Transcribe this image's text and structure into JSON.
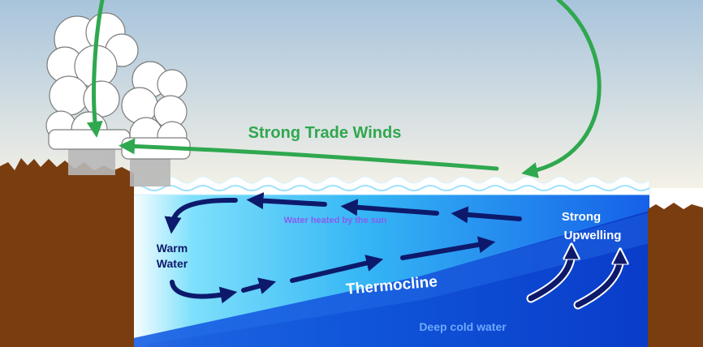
{
  "labels": {
    "trade_winds": "Strong Trade Winds",
    "water_heated": "Water heated by the sun",
    "warm_water_line1": "Warm",
    "warm_water_line2": "Water",
    "upwelling_line1": "Strong",
    "upwelling_line2": "Upwelling",
    "thermocline": "Thermocline",
    "deep_cold_water": "Deep cold water"
  },
  "colors": {
    "wind_arrow": "#2fa84f",
    "wind_text": "#2fa84f",
    "current_arrow": "#0d1a6b",
    "land": "#7a3d10",
    "sky_top": "#a8c4dc",
    "sky_bottom": "#f2f0e6",
    "ocean_surface": "#5ad0f4",
    "ocean_deep": "#0b3fcf",
    "heated_text": "#8a5cf0",
    "deep_text": "#6ea8ff"
  }
}
